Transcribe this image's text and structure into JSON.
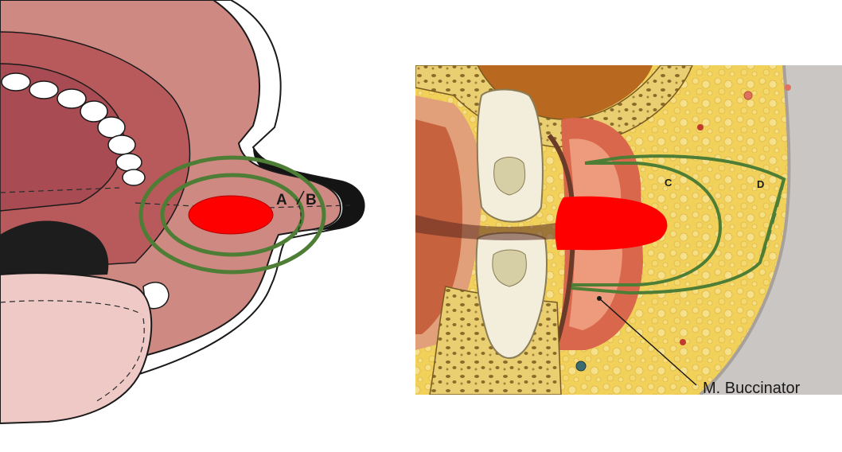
{
  "left_panel": {
    "labels": {
      "a": "A",
      "b": "B"
    }
  },
  "right_panel": {
    "labels": {
      "c": "C",
      "d": "D",
      "muscle": "M. Buccinator"
    }
  },
  "colors": {
    "tumor": "#ff0000",
    "margin_lines": "#4e7d35",
    "mucosa": "#cf8983",
    "oral_cavity": "#b85a5c",
    "tongue": "#efc9c6",
    "lip_outline": "#000000",
    "fat": "#f1d15a",
    "muscle": "#d9674c",
    "tooth": "#f3eedb",
    "background": "#ffffff"
  }
}
